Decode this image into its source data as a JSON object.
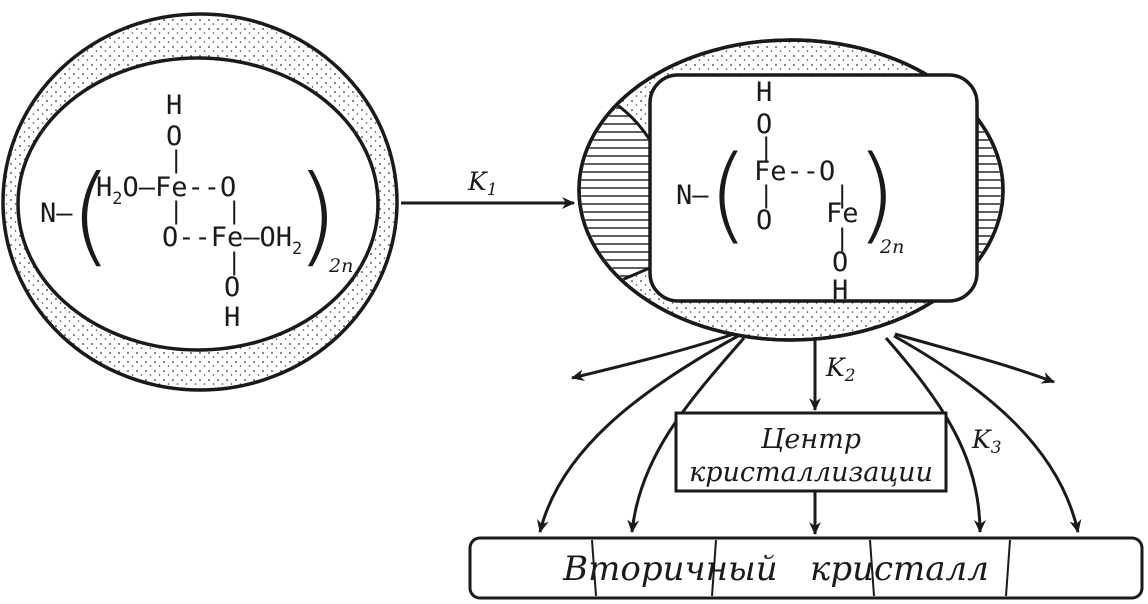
{
  "left_particle": {
    "prefix": "N–",
    "rows": {
      "top_h": "H",
      "top_o": "O",
      "bond_v1": "|",
      "row_main_left": "H",
      "row_main_sub": "2",
      "row_main_right": "O–Fe--O",
      "bond_v2": "|",
      "bond_v3": "|",
      "row_second": "O--Fe–OH",
      "row_second_sub": "2",
      "bond_v4": "|",
      "bottom_o": "O",
      "bottom_h": "H"
    },
    "subscript": "2n"
  },
  "right_particle": {
    "prefix": "N–",
    "rows": {
      "top_h": "H",
      "top_o": "O",
      "bond_v1": "|",
      "row_fe": "Fe--O",
      "bond_v2": "|",
      "bond_v3": "|",
      "row_o_fe_left": "O",
      "row_o_fe_right": "Fe",
      "bond_v4": "|",
      "bottom_o": "O",
      "bottom_h": "H"
    },
    "subscript": "2n"
  },
  "arrows": {
    "k1": "K",
    "k1_sub": "1",
    "k2": "K",
    "k2_sub": "2",
    "k3": "K",
    "k3_sub": "3"
  },
  "center_box": {
    "line1": "Центр",
    "line2": "кристаллизации"
  },
  "bottom_box": {
    "label": "Вторичный   кристалл"
  }
}
